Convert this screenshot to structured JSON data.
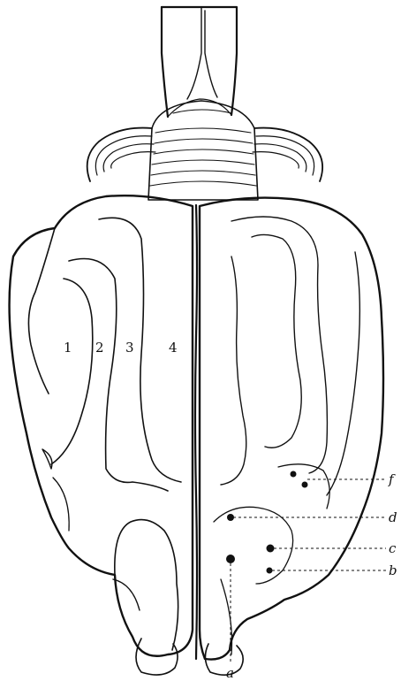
{
  "figure": {
    "gyrus_labels": [
      "1",
      "2",
      "3",
      "4"
    ],
    "point_labels": [
      "f",
      "d",
      "c",
      "b",
      "a"
    ],
    "colors": {
      "ink": "#111111",
      "paper": "#ffffff"
    }
  }
}
